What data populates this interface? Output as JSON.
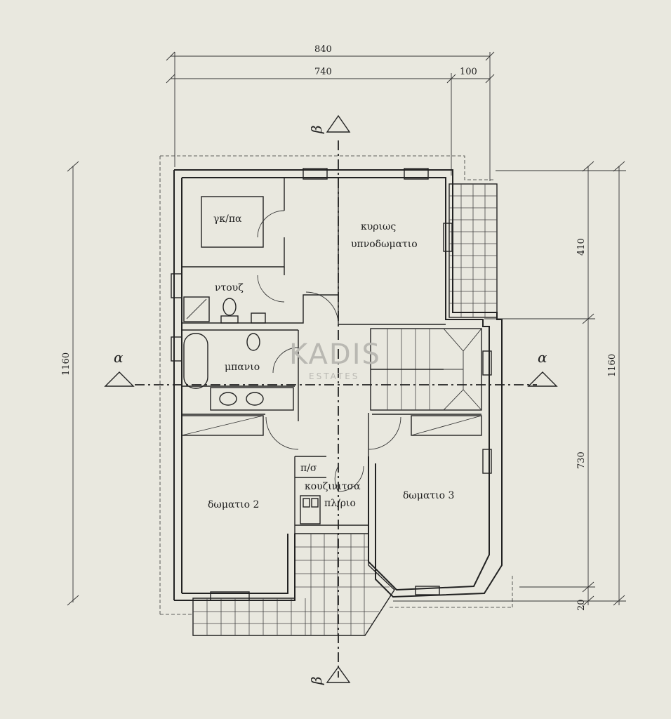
{
  "dimensions": {
    "top_overall": "840",
    "top_main": "740",
    "top_balcony": "100",
    "left_total": "1160",
    "right_total": "1160",
    "right_upper": "410",
    "right_lower": "730",
    "right_bottom": "20"
  },
  "sections": {
    "b_top": "β",
    "b_bottom": "β",
    "a_left": "α",
    "a_right": "α"
  },
  "rooms": {
    "storage": "γκ/πα",
    "master_line1": "κυριως",
    "master_line2": "υπνοδωματιο",
    "shower": "ντουζ",
    "bath": "μπανιο",
    "pantry": "π/σ",
    "kitchenette": "κουζινιτσα",
    "laundry": "πλ/ριο",
    "bedroom2": "δωματιο 2",
    "bedroom3": "δωματιο 3"
  },
  "watermark": {
    "brand": "KADIS",
    "sub": "ESTATES"
  }
}
